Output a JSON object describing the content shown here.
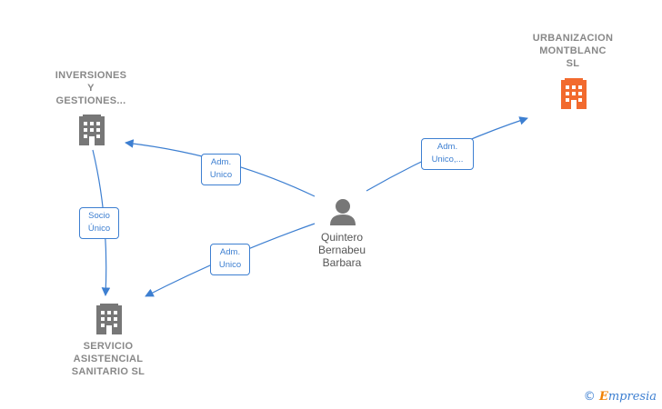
{
  "nodes": {
    "inversiones": {
      "label": "INVERSIONES\nY\nGESTIONES..."
    },
    "urbanizacion": {
      "label": "URBANIZACION\nMONTBLANC\nSL"
    },
    "servicio": {
      "label": "SERVICIO\nASISTENCIAL\nSANITARIO  SL"
    },
    "person": {
      "label": "Quintero\nBernabeu\nBarbara"
    }
  },
  "edges": {
    "person_to_inversiones": {
      "label": "Adm.\nUnico"
    },
    "person_to_urbanizacion": {
      "label": "Adm.\nUnico,..."
    },
    "person_to_servicio": {
      "label": "Adm.\nUnico"
    },
    "inversiones_to_servicio": {
      "label": "Socio\nÚnico"
    }
  },
  "colors": {
    "edge": "#3d7fd1",
    "company_icon": "#777777",
    "focus_company_icon": "#f26a2e",
    "person_icon": "#777777"
  },
  "brand": {
    "copyright": "©",
    "name_initial": "E",
    "name_rest": "mpresia"
  }
}
